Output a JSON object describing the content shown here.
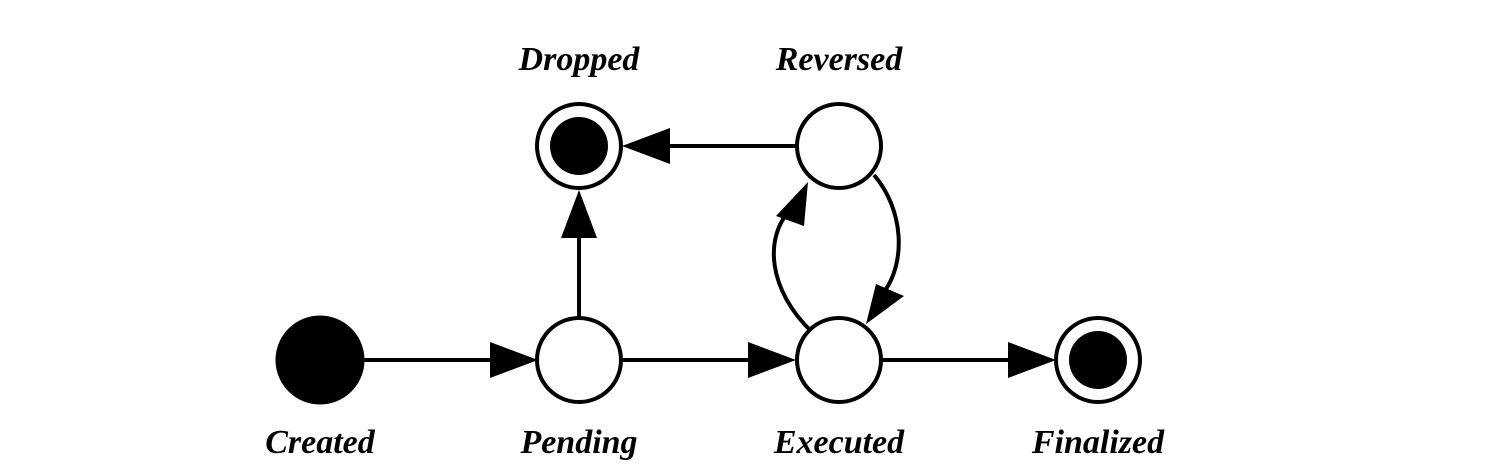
{
  "diagram": {
    "type": "state-machine",
    "colors": {
      "stroke": "#000000",
      "fill_active": "#000000",
      "background": "#ffffff"
    },
    "states": [
      {
        "id": "created",
        "label": "Created",
        "kind": "initial"
      },
      {
        "id": "pending",
        "label": "Pending",
        "kind": "normal"
      },
      {
        "id": "executed",
        "label": "Executed",
        "kind": "normal"
      },
      {
        "id": "finalized",
        "label": "Finalized",
        "kind": "final"
      },
      {
        "id": "dropped",
        "label": "Dropped",
        "kind": "final"
      },
      {
        "id": "reversed",
        "label": "Reversed",
        "kind": "normal"
      }
    ],
    "transitions": [
      {
        "from": "created",
        "to": "pending"
      },
      {
        "from": "pending",
        "to": "executed"
      },
      {
        "from": "executed",
        "to": "finalized"
      },
      {
        "from": "pending",
        "to": "dropped"
      },
      {
        "from": "reversed",
        "to": "dropped"
      },
      {
        "from": "executed",
        "to": "reversed"
      },
      {
        "from": "reversed",
        "to": "executed"
      }
    ]
  }
}
